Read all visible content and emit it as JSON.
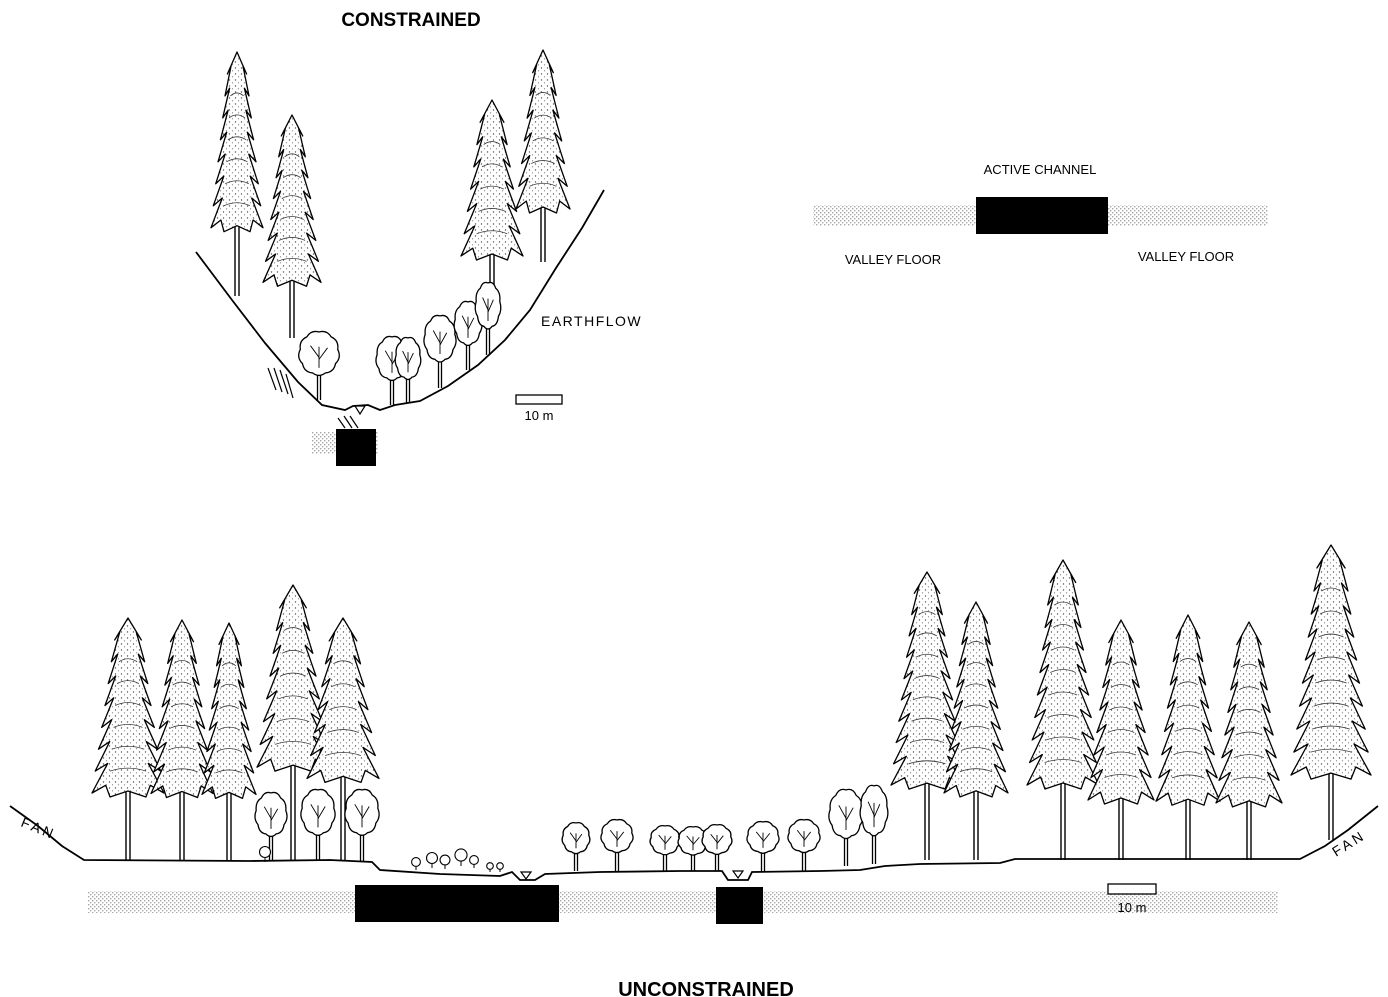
{
  "colors": {
    "ink": "#000000",
    "paper": "#ffffff",
    "valley_floor_stipple": "#bdbdbd",
    "active_channel": "#000000"
  },
  "titles": {
    "top": "CONSTRAINED",
    "bottom": "UNCONSTRAINED"
  },
  "legend": {
    "channel_label": "ACTIVE CHANNEL",
    "floor_left_label": "VALLEY FLOOR",
    "floor_right_label": "VALLEY FLOOR"
  },
  "constrained": {
    "slope_label": "EARTHFLOW",
    "scale_label": "10 m"
  },
  "unconstrained": {
    "left_label": "FAN",
    "right_label": "FAN",
    "scale_label": "10 m"
  }
}
